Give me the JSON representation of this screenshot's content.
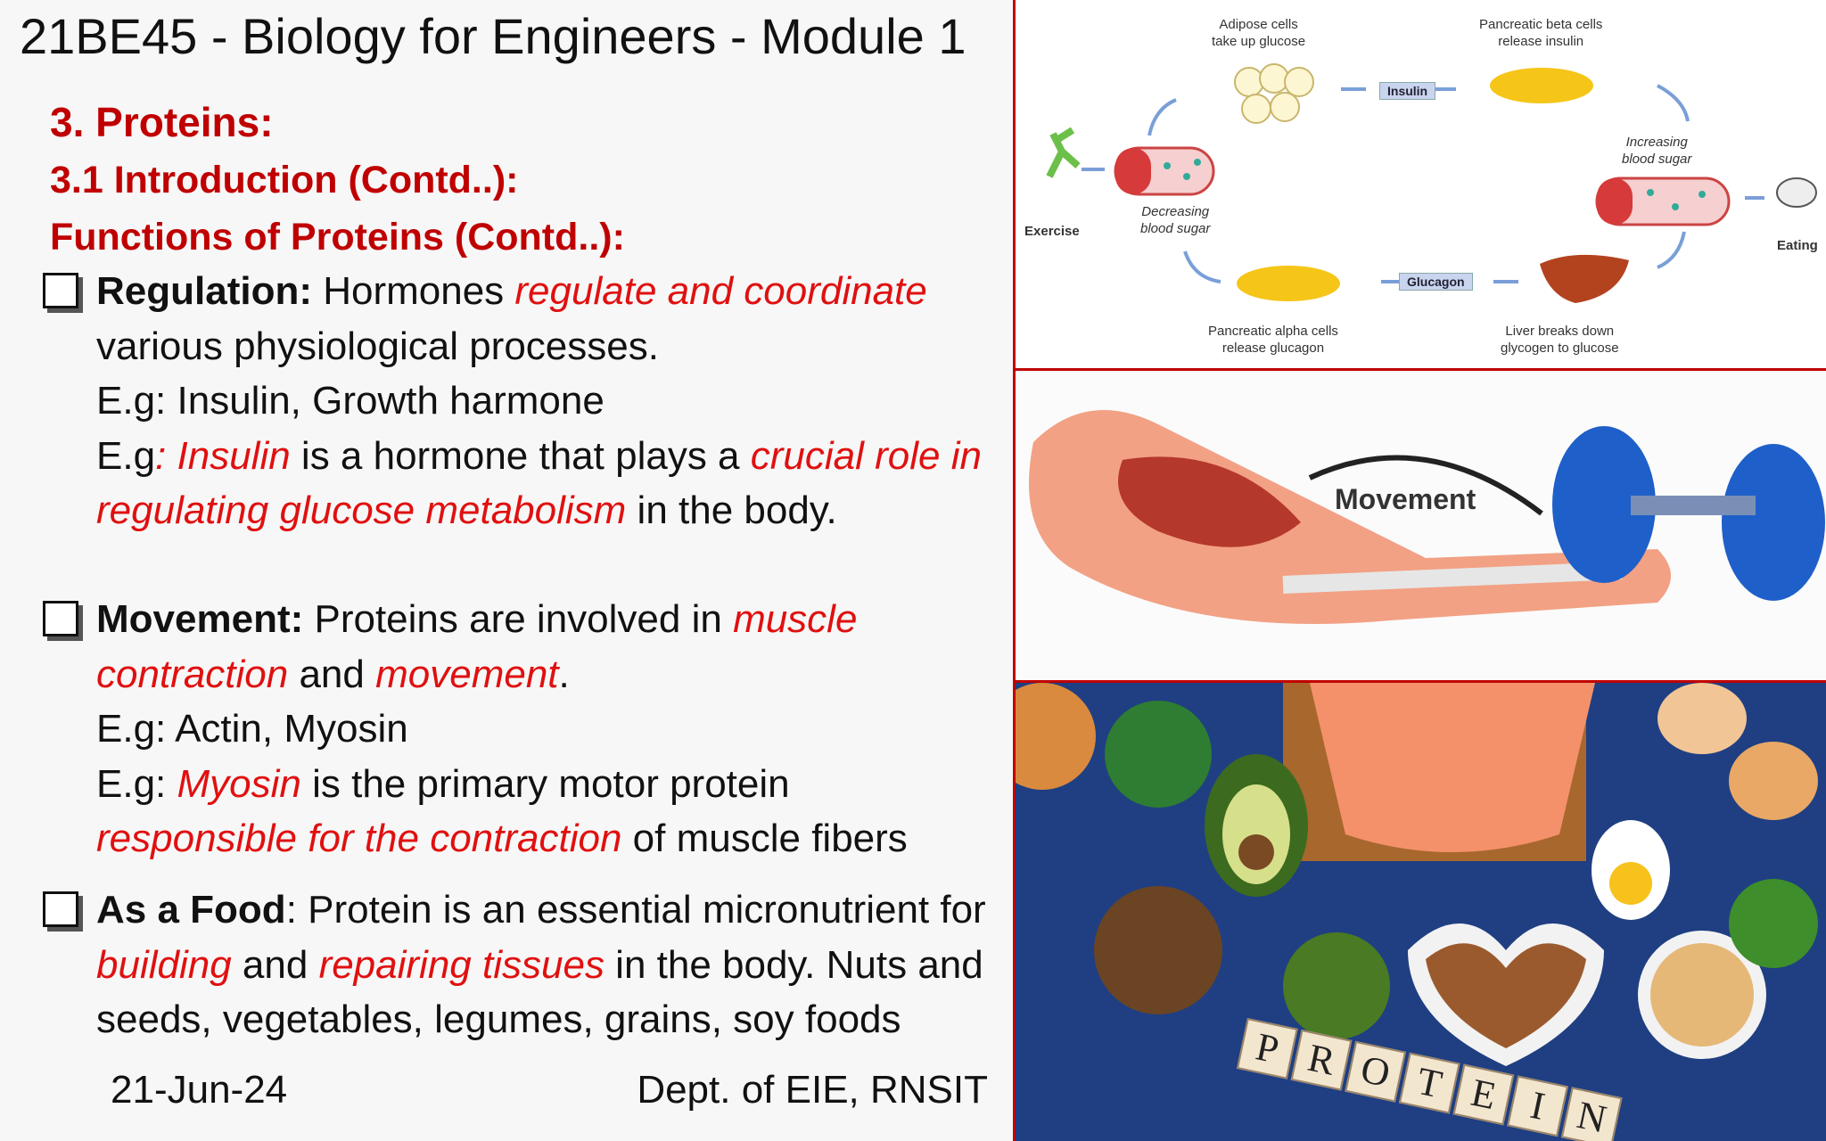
{
  "header": {
    "title": "21BE45 - Biology for Engineers - Module 1"
  },
  "headings": {
    "section": "3. Proteins:",
    "subsection": "3.1 Introduction (Contd..):",
    "topic": "Functions of Proteins (Contd..):"
  },
  "bullets": {
    "regulation": {
      "label": "Regulation:",
      "t1": " Hormones ",
      "r1": "regulate and coordinate",
      "t2": " various physiological processes.",
      "eg1": "E.g: Insulin, Growth harmone",
      "eg2_a": "E.g",
      "eg2_r1": ": Insulin",
      "eg2_b": " is a hormone that plays a ",
      "eg2_r2": "crucial role in regulating glucose metabolism",
      "eg2_c": " in the body."
    },
    "movement": {
      "label": "Movement:",
      "t1": " Proteins are involved in ",
      "r1": "muscle contraction",
      "t2": " and ",
      "r2": "movement",
      "t3": ".",
      "eg1": "E.g: Actin, Myosin",
      "eg2_a": "E.g: ",
      "eg2_r1": "Myosin",
      "eg2_b": " is the primary motor protein ",
      "eg2_r2": "responsible for the contraction",
      "eg2_c": " of muscle fibers"
    },
    "food": {
      "label": "As a Food",
      "t1": ": Protein is an essential micronutrient for ",
      "r1": "building",
      "t2": " and ",
      "r2": "repairing tissues",
      "t3": " in the body. Nuts and seeds, vegetables, legumes, grains, soy foods"
    }
  },
  "footer": {
    "date": "21-Jun-24",
    "dept": "Dept. of EIE, RNSIT"
  },
  "diagram": {
    "adipose": "Adipose cells\ntake up glucose",
    "beta": "Pancreatic beta cells\nrelease insulin",
    "insulin": "Insulin",
    "increasing": "Increasing\nblood sugar",
    "exercise": "Exercise",
    "eating": "Eating",
    "decreasing": "Decreasing\nblood sugar",
    "glucagon": "Glucagon",
    "alpha": "Pancreatic alpha cells\nrelease glucagon",
    "liver": "Liver breaks down\nglycogen to glucose"
  },
  "movement_image": {
    "label": "Movement"
  },
  "food_image": {
    "letters": [
      "P",
      "R",
      "O",
      "T",
      "E",
      "I",
      "N"
    ]
  }
}
